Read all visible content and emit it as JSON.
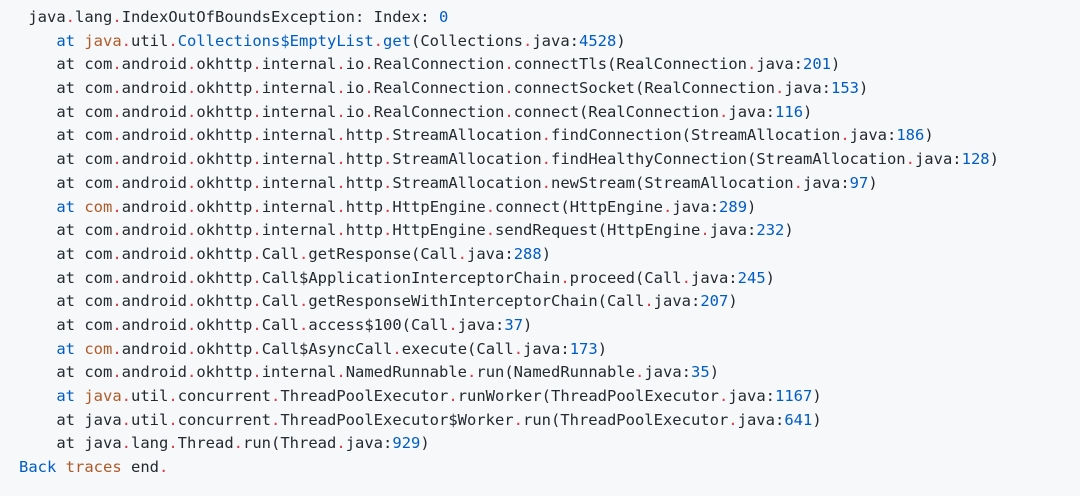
{
  "colors": {
    "background": "#f6f8fa",
    "default_text": "#24292e",
    "blue": "#005cc5",
    "orange": "#b05a28",
    "red": "#d73a49"
  },
  "stack_trace": {
    "exception": "java.lang.IndexOutOfBoundsException: Index: 0",
    "footer": "Back traces end.",
    "lines": [
      [
        [
          "fg",
          " java"
        ],
        [
          "red",
          "."
        ],
        [
          "fg",
          "lang"
        ],
        [
          "red",
          "."
        ],
        [
          "fg",
          "IndexOutOfBoundsException: Index: "
        ],
        [
          "blue",
          "0"
        ]
      ],
      [
        [
          "fg",
          "    "
        ],
        [
          "blue",
          "at"
        ],
        [
          "fg",
          " "
        ],
        [
          "orange",
          "java"
        ],
        [
          "red",
          "."
        ],
        [
          "fg",
          "util"
        ],
        [
          "red",
          "."
        ],
        [
          "blue",
          "Collections$EmptyList"
        ],
        [
          "red",
          "."
        ],
        [
          "blue",
          "get"
        ],
        [
          "fg",
          "(Collections"
        ],
        [
          "red",
          "."
        ],
        [
          "fg",
          "java:"
        ],
        [
          "blue",
          "4528"
        ],
        [
          "fg",
          ")"
        ]
      ],
      [
        [
          "fg",
          "    at com"
        ],
        [
          "red",
          "."
        ],
        [
          "fg",
          "android"
        ],
        [
          "red",
          "."
        ],
        [
          "fg",
          "okhttp"
        ],
        [
          "red",
          "."
        ],
        [
          "fg",
          "internal"
        ],
        [
          "red",
          "."
        ],
        [
          "fg",
          "io"
        ],
        [
          "red",
          "."
        ],
        [
          "fg",
          "RealConnection"
        ],
        [
          "red",
          "."
        ],
        [
          "fg",
          "connectTls(RealConnection"
        ],
        [
          "red",
          "."
        ],
        [
          "fg",
          "java:"
        ],
        [
          "blue",
          "201"
        ],
        [
          "fg",
          ")"
        ]
      ],
      [
        [
          "fg",
          "    at com"
        ],
        [
          "red",
          "."
        ],
        [
          "fg",
          "android"
        ],
        [
          "red",
          "."
        ],
        [
          "fg",
          "okhttp"
        ],
        [
          "red",
          "."
        ],
        [
          "fg",
          "internal"
        ],
        [
          "red",
          "."
        ],
        [
          "fg",
          "io"
        ],
        [
          "red",
          "."
        ],
        [
          "fg",
          "RealConnection"
        ],
        [
          "red",
          "."
        ],
        [
          "fg",
          "connectSocket(RealConnection"
        ],
        [
          "red",
          "."
        ],
        [
          "fg",
          "java:"
        ],
        [
          "blue",
          "153"
        ],
        [
          "fg",
          ")"
        ]
      ],
      [
        [
          "fg",
          "    at com"
        ],
        [
          "red",
          "."
        ],
        [
          "fg",
          "android"
        ],
        [
          "red",
          "."
        ],
        [
          "fg",
          "okhttp"
        ],
        [
          "red",
          "."
        ],
        [
          "fg",
          "internal"
        ],
        [
          "red",
          "."
        ],
        [
          "fg",
          "io"
        ],
        [
          "red",
          "."
        ],
        [
          "fg",
          "RealConnection"
        ],
        [
          "red",
          "."
        ],
        [
          "fg",
          "connect(RealConnection"
        ],
        [
          "red",
          "."
        ],
        [
          "fg",
          "java:"
        ],
        [
          "blue",
          "116"
        ],
        [
          "fg",
          ")"
        ]
      ],
      [
        [
          "fg",
          "    at com"
        ],
        [
          "red",
          "."
        ],
        [
          "fg",
          "android"
        ],
        [
          "red",
          "."
        ],
        [
          "fg",
          "okhttp"
        ],
        [
          "red",
          "."
        ],
        [
          "fg",
          "internal"
        ],
        [
          "red",
          "."
        ],
        [
          "fg",
          "http"
        ],
        [
          "red",
          "."
        ],
        [
          "fg",
          "StreamAllocation"
        ],
        [
          "red",
          "."
        ],
        [
          "fg",
          "findConnection(StreamAllocation"
        ],
        [
          "red",
          "."
        ],
        [
          "fg",
          "java:"
        ],
        [
          "blue",
          "186"
        ],
        [
          "fg",
          ")"
        ]
      ],
      [
        [
          "fg",
          "    at com"
        ],
        [
          "red",
          "."
        ],
        [
          "fg",
          "android"
        ],
        [
          "red",
          "."
        ],
        [
          "fg",
          "okhttp"
        ],
        [
          "red",
          "."
        ],
        [
          "fg",
          "internal"
        ],
        [
          "red",
          "."
        ],
        [
          "fg",
          "http"
        ],
        [
          "red",
          "."
        ],
        [
          "fg",
          "StreamAllocation"
        ],
        [
          "red",
          "."
        ],
        [
          "fg",
          "findHealthyConnection(StreamAllocation"
        ],
        [
          "red",
          "."
        ],
        [
          "fg",
          "java:"
        ],
        [
          "blue",
          "128"
        ],
        [
          "fg",
          ")"
        ]
      ],
      [
        [
          "fg",
          "    at com"
        ],
        [
          "red",
          "."
        ],
        [
          "fg",
          "android"
        ],
        [
          "red",
          "."
        ],
        [
          "fg",
          "okhttp"
        ],
        [
          "red",
          "."
        ],
        [
          "fg",
          "internal"
        ],
        [
          "red",
          "."
        ],
        [
          "fg",
          "http"
        ],
        [
          "red",
          "."
        ],
        [
          "fg",
          "StreamAllocation"
        ],
        [
          "red",
          "."
        ],
        [
          "fg",
          "newStream(StreamAllocation"
        ],
        [
          "red",
          "."
        ],
        [
          "fg",
          "java:"
        ],
        [
          "blue",
          "97"
        ],
        [
          "fg",
          ")"
        ]
      ],
      [
        [
          "fg",
          "    "
        ],
        [
          "blue",
          "at"
        ],
        [
          "fg",
          " "
        ],
        [
          "orange",
          "com"
        ],
        [
          "red",
          "."
        ],
        [
          "fg",
          "android"
        ],
        [
          "red",
          "."
        ],
        [
          "fg",
          "okhttp"
        ],
        [
          "red",
          "."
        ],
        [
          "fg",
          "internal"
        ],
        [
          "red",
          "."
        ],
        [
          "fg",
          "http"
        ],
        [
          "red",
          "."
        ],
        [
          "fg",
          "HttpEngine"
        ],
        [
          "red",
          "."
        ],
        [
          "fg",
          "connect(HttpEngine"
        ],
        [
          "red",
          "."
        ],
        [
          "fg",
          "java:"
        ],
        [
          "blue",
          "289"
        ],
        [
          "fg",
          ")"
        ]
      ],
      [
        [
          "fg",
          "    at com"
        ],
        [
          "red",
          "."
        ],
        [
          "fg",
          "android"
        ],
        [
          "red",
          "."
        ],
        [
          "fg",
          "okhttp"
        ],
        [
          "red",
          "."
        ],
        [
          "fg",
          "internal"
        ],
        [
          "red",
          "."
        ],
        [
          "fg",
          "http"
        ],
        [
          "red",
          "."
        ],
        [
          "fg",
          "HttpEngine"
        ],
        [
          "red",
          "."
        ],
        [
          "fg",
          "sendRequest(HttpEngine"
        ],
        [
          "red",
          "."
        ],
        [
          "fg",
          "java:"
        ],
        [
          "blue",
          "232"
        ],
        [
          "fg",
          ")"
        ]
      ],
      [
        [
          "fg",
          "    at com"
        ],
        [
          "red",
          "."
        ],
        [
          "fg",
          "android"
        ],
        [
          "red",
          "."
        ],
        [
          "fg",
          "okhttp"
        ],
        [
          "red",
          "."
        ],
        [
          "fg",
          "Call"
        ],
        [
          "red",
          "."
        ],
        [
          "fg",
          "getResponse(Call"
        ],
        [
          "red",
          "."
        ],
        [
          "fg",
          "java:"
        ],
        [
          "blue",
          "288"
        ],
        [
          "fg",
          ")"
        ]
      ],
      [
        [
          "fg",
          "    at com"
        ],
        [
          "red",
          "."
        ],
        [
          "fg",
          "android"
        ],
        [
          "red",
          "."
        ],
        [
          "fg",
          "okhttp"
        ],
        [
          "red",
          "."
        ],
        [
          "fg",
          "Call$ApplicationInterceptorChain"
        ],
        [
          "red",
          "."
        ],
        [
          "fg",
          "proceed(Call"
        ],
        [
          "red",
          "."
        ],
        [
          "fg",
          "java:"
        ],
        [
          "blue",
          "245"
        ],
        [
          "fg",
          ")"
        ]
      ],
      [
        [
          "fg",
          "    at com"
        ],
        [
          "red",
          "."
        ],
        [
          "fg",
          "android"
        ],
        [
          "red",
          "."
        ],
        [
          "fg",
          "okhttp"
        ],
        [
          "red",
          "."
        ],
        [
          "fg",
          "Call"
        ],
        [
          "red",
          "."
        ],
        [
          "fg",
          "getResponseWithInterceptorChain(Call"
        ],
        [
          "red",
          "."
        ],
        [
          "fg",
          "java:"
        ],
        [
          "blue",
          "207"
        ],
        [
          "fg",
          ")"
        ]
      ],
      [
        [
          "fg",
          "    at com"
        ],
        [
          "red",
          "."
        ],
        [
          "fg",
          "android"
        ],
        [
          "red",
          "."
        ],
        [
          "fg",
          "okhttp"
        ],
        [
          "red",
          "."
        ],
        [
          "fg",
          "Call"
        ],
        [
          "red",
          "."
        ],
        [
          "fg",
          "access$100(Call"
        ],
        [
          "red",
          "."
        ],
        [
          "fg",
          "java:"
        ],
        [
          "blue",
          "37"
        ],
        [
          "fg",
          ")"
        ]
      ],
      [
        [
          "fg",
          "    "
        ],
        [
          "blue",
          "at"
        ],
        [
          "fg",
          " "
        ],
        [
          "orange",
          "com"
        ],
        [
          "red",
          "."
        ],
        [
          "fg",
          "android"
        ],
        [
          "red",
          "."
        ],
        [
          "fg",
          "okhttp"
        ],
        [
          "red",
          "."
        ],
        [
          "fg",
          "Call$AsyncCall"
        ],
        [
          "red",
          "."
        ],
        [
          "fg",
          "execute(Call"
        ],
        [
          "red",
          "."
        ],
        [
          "fg",
          "java:"
        ],
        [
          "blue",
          "173"
        ],
        [
          "fg",
          ")"
        ]
      ],
      [
        [
          "fg",
          "    at com"
        ],
        [
          "red",
          "."
        ],
        [
          "fg",
          "android"
        ],
        [
          "red",
          "."
        ],
        [
          "fg",
          "okhttp"
        ],
        [
          "red",
          "."
        ],
        [
          "fg",
          "internal"
        ],
        [
          "red",
          "."
        ],
        [
          "fg",
          "NamedRunnable"
        ],
        [
          "red",
          "."
        ],
        [
          "fg",
          "run(NamedRunnable"
        ],
        [
          "red",
          "."
        ],
        [
          "fg",
          "java:"
        ],
        [
          "blue",
          "35"
        ],
        [
          "fg",
          ")"
        ]
      ],
      [
        [
          "fg",
          "    "
        ],
        [
          "blue",
          "at"
        ],
        [
          "fg",
          " "
        ],
        [
          "orange",
          "java"
        ],
        [
          "red",
          "."
        ],
        [
          "fg",
          "util"
        ],
        [
          "red",
          "."
        ],
        [
          "fg",
          "concurrent"
        ],
        [
          "red",
          "."
        ],
        [
          "fg",
          "ThreadPoolExecutor"
        ],
        [
          "red",
          "."
        ],
        [
          "fg",
          "runWorker(ThreadPoolExecutor"
        ],
        [
          "red",
          "."
        ],
        [
          "fg",
          "java:"
        ],
        [
          "blue",
          "1167"
        ],
        [
          "fg",
          ")"
        ]
      ],
      [
        [
          "fg",
          "    at java"
        ],
        [
          "red",
          "."
        ],
        [
          "fg",
          "util"
        ],
        [
          "red",
          "."
        ],
        [
          "fg",
          "concurrent"
        ],
        [
          "red",
          "."
        ],
        [
          "fg",
          "ThreadPoolExecutor$Worker"
        ],
        [
          "red",
          "."
        ],
        [
          "fg",
          "run(ThreadPoolExecutor"
        ],
        [
          "red",
          "."
        ],
        [
          "fg",
          "java:"
        ],
        [
          "blue",
          "641"
        ],
        [
          "fg",
          ")"
        ]
      ],
      [
        [
          "fg",
          "    at java"
        ],
        [
          "red",
          "."
        ],
        [
          "fg",
          "lang"
        ],
        [
          "red",
          "."
        ],
        [
          "fg",
          "Thread"
        ],
        [
          "red",
          "."
        ],
        [
          "fg",
          "run(Thread"
        ],
        [
          "red",
          "."
        ],
        [
          "fg",
          "java:"
        ],
        [
          "blue",
          "929"
        ],
        [
          "fg",
          ")"
        ]
      ],
      [
        [
          "blue",
          "Back"
        ],
        [
          "fg",
          " "
        ],
        [
          "orange",
          "traces"
        ],
        [
          "fg",
          " end"
        ],
        [
          "red",
          "."
        ]
      ]
    ]
  }
}
